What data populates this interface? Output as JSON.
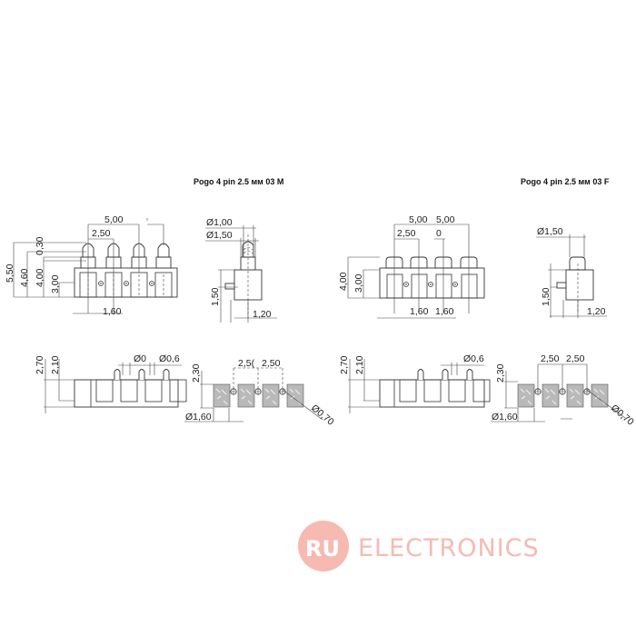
{
  "titles": {
    "male": "Pogo 4 pin 2.5 мм 03 M",
    "female": "Pogo 4 pin 2.5 мм 03 F"
  },
  "male_front": {
    "d1": "5,00",
    "d2": "2,50",
    "d3": "0,30",
    "d4": "5,50",
    "d5": "4,60",
    "d6": "4,00",
    "d7": "3,00",
    "d8": "1,60"
  },
  "male_side": {
    "d1": "Ø1,00",
    "d2": "Ø1,50",
    "d3": "1,50",
    "d4": "1,20"
  },
  "male_bottom": {
    "d1": "2,70",
    "d2": "2,10",
    "d3": "Ø0",
    "d4": "Ø0,6"
  },
  "male_pads": {
    "d1": "2,30",
    "d2": "2,5(",
    "d3": "2,50",
    "d4": "Ø1,60",
    "d5": "Ø0,70"
  },
  "female_front": {
    "d1": "5,00",
    "d2": "5,00",
    "d3": "2,50",
    "d4": "0",
    "d5": "4,00",
    "d6": "3,00",
    "d7": "1,60",
    "d8": "1,60"
  },
  "female_side": {
    "d1": "Ø1,50",
    "d2": "1,50",
    "d3": "1,20"
  },
  "female_bottom": {
    "d1": "2,70",
    "d2": "2,10",
    "d3": "Ø0,6"
  },
  "female_pads": {
    "d1": "2,30",
    "d2": "2,50",
    "d3": "2,50",
    "d4": "Ø1,60",
    "d5": "Ø0,70"
  },
  "watermark": {
    "ru": "RU",
    "name": "ELECTRONICS",
    "color": "#f6b3ab"
  }
}
